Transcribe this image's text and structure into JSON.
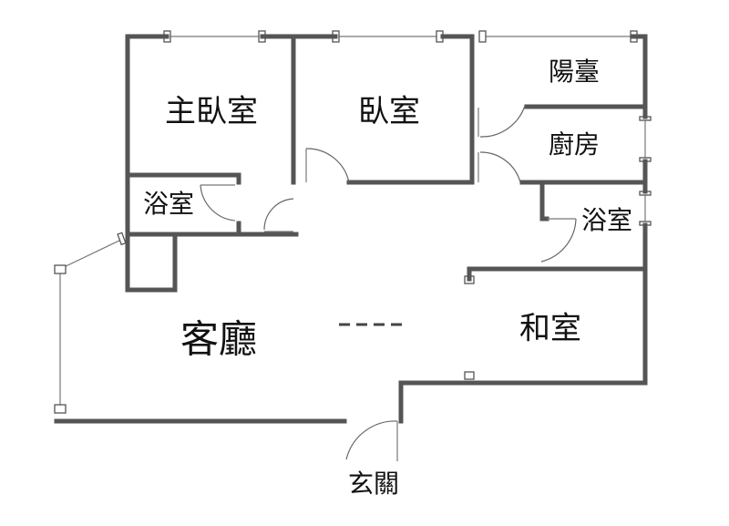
{
  "floorplan": {
    "rooms": {
      "master_bedroom": "主臥室",
      "bedroom": "臥室",
      "balcony": "陽臺",
      "kitchen": "廚房",
      "master_bathroom": "浴室",
      "bathroom": "浴室",
      "living_room": "客廳",
      "japanese_room": "和室",
      "entrance": "玄關"
    },
    "colors": {
      "wall": "#555555",
      "text": "#111111",
      "background": "#ffffff"
    }
  }
}
